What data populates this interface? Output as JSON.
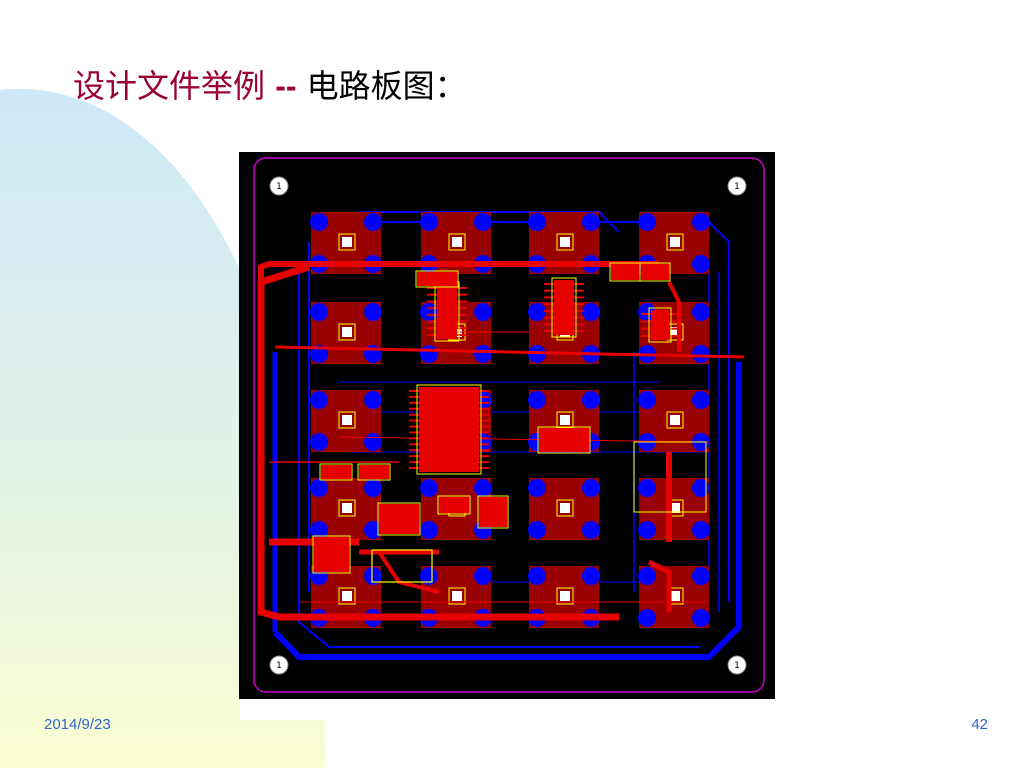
{
  "slide": {
    "title_prefix": "设计文件举例",
    "title_separator": "--",
    "title_suffix": "电路板图：",
    "date": "2014/9/23",
    "page_number": "42"
  },
  "pcb": {
    "mounting_hole_label": "1",
    "colors": {
      "board": "#000000",
      "outline": "#cc00cc",
      "top_copper": "#e60000",
      "bottom_copper": "#0000ff",
      "pad_fill": "#990000",
      "silkscreen": "#ffff00"
    }
  },
  "theme": {
    "title_color": "#990033",
    "footer_color": "#3366cc",
    "gradient_top": "#cfe9f7",
    "gradient_bottom": "#f8fcd6"
  }
}
